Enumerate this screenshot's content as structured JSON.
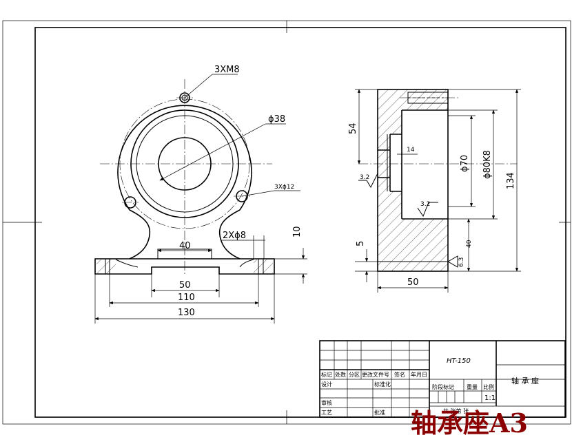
{
  "drawing": {
    "front_view": {
      "thread_label": "3XM8",
      "bore_dia_label": "ϕ38",
      "hole_label": "3Xϕ12",
      "base_hole_label": "2Xϕ8",
      "dims": {
        "width_40": "40",
        "height_10": "10",
        "width_50": "50",
        "width_110": "110",
        "width_130": "130"
      }
    },
    "side_view": {
      "dims": {
        "d54": "54",
        "d14": "14",
        "d70": "ϕ70",
        "d80": "ϕ80K8",
        "d134": "134",
        "d5": "5",
        "d40": "40",
        "d50": "50"
      },
      "roughness": [
        "3.2",
        "3.2",
        "6.3"
      ]
    },
    "title_block": {
      "material": "HT-150",
      "part_name": "轴 承 座",
      "scale": "1:1",
      "headers": [
        "标记",
        "处数",
        "分区",
        "更改文件号",
        "签名",
        "年月日"
      ],
      "row_design": "设计",
      "row_standard": "标准化",
      "row_review": "审核",
      "row_process": "工艺",
      "row_approve": "批准",
      "stage_mark": "阶段标记",
      "weight": "重量",
      "ratio": "比例",
      "sheets": "共  张第  张"
    },
    "watermark": "轴承座A3"
  }
}
